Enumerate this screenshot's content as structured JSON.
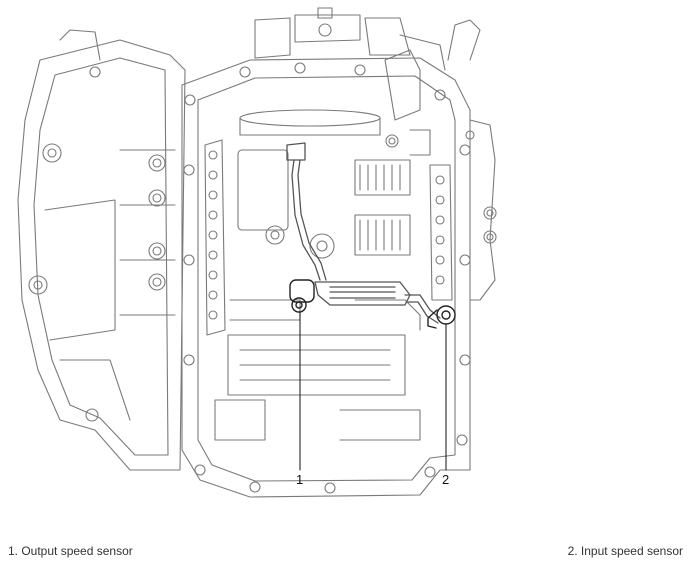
{
  "figure": {
    "callouts": [
      {
        "number": "1"
      },
      {
        "number": "2"
      }
    ],
    "captions": [
      {
        "text": "1. Output speed sensor"
      },
      {
        "text": "2. Input speed sensor"
      }
    ],
    "line_color": "#6a6a6a",
    "accent_color": "#111111"
  }
}
